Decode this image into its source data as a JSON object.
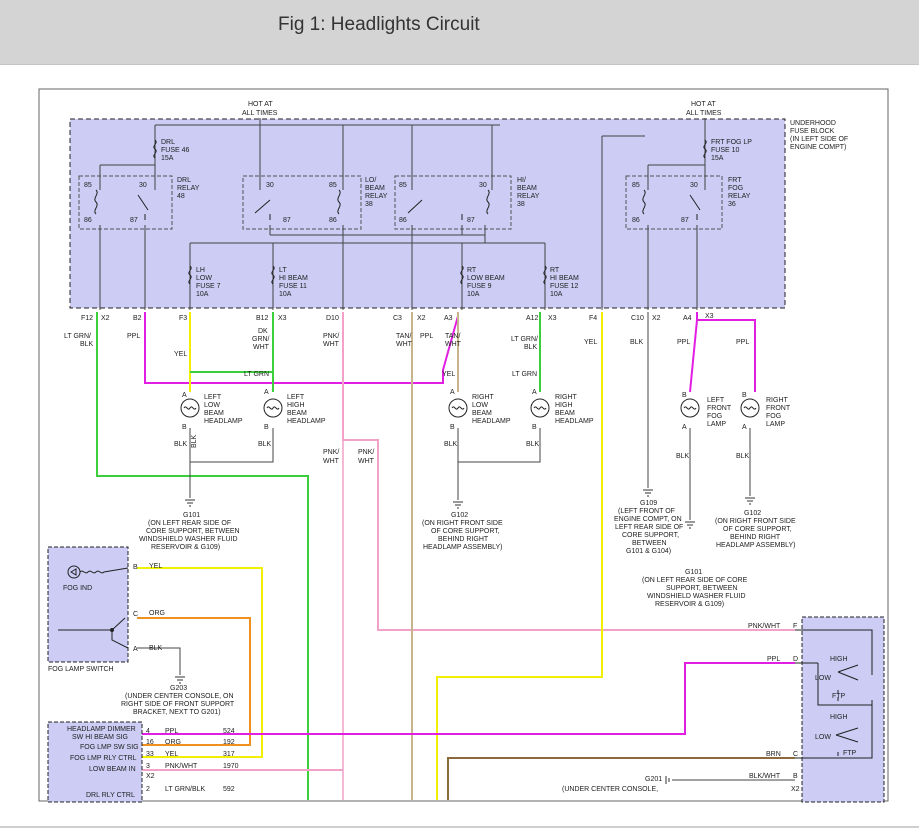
{
  "figure": {
    "title": "Fig 1: Headlights Circuit"
  },
  "labels": {
    "hot1a": "HOT AT",
    "hot1b": "ALL TIMES",
    "hot2a": "HOT AT",
    "hot2b": "ALL TIMES",
    "fuseblock": [
      "UNDERHOOD",
      "FUSE BLOCK",
      "(IN LEFT SIDE OF",
      "ENGINE COMPT)"
    ],
    "drlfuse": [
      "DRL",
      "FUSE 46",
      "15A"
    ],
    "fogfuse": [
      "FRT FOG LP",
      "FUSE 10",
      "15A"
    ],
    "drlrelay": [
      "DRL",
      "RELAY",
      "48"
    ],
    "lorelay": [
      "LO/",
      "BEAM",
      "RELAY",
      "38"
    ],
    "hirelay": [
      "HI/",
      "BEAM",
      "RELAY",
      "38"
    ],
    "fogrelay": [
      "FRT",
      "FOG",
      "RELAY",
      "36"
    ],
    "relaypins": {
      "p85": "85",
      "p30": "30",
      "p86": "86",
      "p87": "87"
    },
    "lhlow": [
      "LH",
      "LOW",
      "FUSE 7",
      "10A"
    ],
    "lthi": [
      "LT",
      "HI BEAM",
      "FUSE 11",
      "10A"
    ],
    "rtlow": [
      "RT",
      "LOW BEAM",
      "FUSE 9",
      "10A"
    ],
    "rthi": [
      "RT",
      "HI BEAM",
      "FUSE 12",
      "10A"
    ],
    "conn": {
      "f12": "F12",
      "x2a": "X2",
      "b2": "B2",
      "f3": "F3",
      "b12": "B12",
      "x3a": "X3",
      "d10": "D10",
      "c3": "C3",
      "x2b": "X2",
      "a3": "A3",
      "a12": "A12",
      "x3b": "X3",
      "f4": "F4",
      "c10": "C10",
      "x2c": "X2",
      "a4": "A4",
      "x3c": "X3"
    },
    "wires": {
      "ltgrnblk": [
        "LT GRN/",
        "BLK"
      ],
      "ppl1": "PPL",
      "yel1": "YEL",
      "dkgrnwht": [
        "DK",
        "GRN/",
        "WHT"
      ],
      "pnkwht1": [
        "PNK/",
        "WHT"
      ],
      "tanwht": [
        "TAN/",
        "WHT"
      ],
      "ppl2": "PPL",
      "tanwht2": [
        "TAN/",
        "WHT"
      ],
      "ltgrnblk2": [
        "LT GRN/",
        "BLK"
      ],
      "yel2": "YEL",
      "blk1": "BLK",
      "ppl3": "PPL",
      "ppl4": "PPL",
      "ltgrn1": "LT GRN",
      "yel3": "YEL",
      "ltgrn2": "LT GRN",
      "blk_a": "BLK",
      "blk_b": "BLK",
      "blk_c": "BLK",
      "blk_d": "BLK",
      "blk_e": "BLK",
      "pnkwht2": [
        "PNK/",
        "WHT"
      ],
      "pnkwht3": [
        "PNK/",
        "WHT"
      ],
      "blk_f": "BLK",
      "blk_g": "BLK"
    },
    "lamps": {
      "leftlow": [
        "LEFT",
        "LOW",
        "BEAM",
        "HEADLAMP"
      ],
      "lefthigh": [
        "LEFT",
        "HIGH",
        "BEAM",
        "HEADLAMP"
      ],
      "rightlow": [
        "RIGHT",
        "LOW",
        "BEAM",
        "HEADLAMP"
      ],
      "righthigh": [
        "RIGHT",
        "HIGH",
        "BEAM",
        "HEADLAMP"
      ],
      "leftfog": [
        "LEFT",
        "FRONT",
        "FOG",
        "LAMP"
      ],
      "rightfog": [
        "RIGHT",
        "FRONT",
        "FOG",
        "LAMP"
      ],
      "pinA": "A",
      "pinB": "B"
    },
    "grounds": {
      "g101a": [
        "G101",
        "(ON LEFT REAR SIDE OF",
        "CORE SUPPORT, BETWEEN",
        "WINDSHIELD WASHER FLUID",
        "RESERVOIR & G109)"
      ],
      "g102a": [
        "G102",
        "(ON RIGHT FRONT SIDE",
        "OF CORE SUPPORT,",
        "BEHIND RIGHT",
        "HEADLAMP ASSEMBLY)"
      ],
      "g109": [
        "G109",
        "(LEFT FRONT OF",
        "ENGINE COMPT, ON",
        "LEFT REAR SIDE OF",
        "CORE SUPPORT,",
        "BETWEEN",
        "G101 & G104)"
      ],
      "g102b": [
        "G102",
        "(ON RIGHT FRONT SIDE",
        "OF CORE SUPPORT,",
        "BEHIND RIGHT",
        "HEADLAMP ASSEMBLY)"
      ],
      "g101b": [
        "G101",
        "(ON LEFT REAR SIDE OF CORE",
        "SUPPORT, BETWEEN",
        "WINDSHIELD WASHER FLUID",
        "RESERVOIR & G109)"
      ],
      "g203": [
        "G203",
        "(UNDER CENTER CONSOLE, ON",
        "RIGHT SIDE OF FRONT SUPPORT",
        "BRACKET, NEXT TO G201)"
      ],
      "g201": [
        "G201",
        "(UNDER CENTER CONSOLE,"
      ]
    },
    "fogswitch": {
      "ind": "FOG IND",
      "name": "FOG LAMP SWITCH",
      "pB": "B",
      "wB": "YEL",
      "pC": "C",
      "wC": "ORG",
      "pA": "A",
      "wA": "BLK"
    },
    "module": {
      "rows": [
        {
          "name": [
            "HEADLAMP DIMMER",
            "SW HI BEAM SIG"
          ],
          "pin": "4",
          "wire": "PPL",
          "circ": "524"
        },
        {
          "name": [
            "FOG LMP SW SIG"
          ],
          "pin": "16",
          "wire": "ORG",
          "circ": "192"
        },
        {
          "name": [
            "FOG LMP RLY CTRL"
          ],
          "pin": "33",
          "wire": "YEL",
          "circ": "317"
        },
        {
          "name": [
            "LOW BEAM IN"
          ],
          "pin": "3",
          "wire": "PNK/WHT",
          "circ": "1970"
        },
        {
          "name": [
            "DRL RLY CTRL"
          ],
          "pin": "2",
          "wire": "LT GRN/BLK",
          "circ": "592"
        }
      ],
      "conn": "X2"
    },
    "dimmer": {
      "f_wire": "PNK/WHT",
      "f_pin": "F",
      "d_wire": "PPL",
      "d_pin": "D",
      "c_wire": "BRN",
      "c_pin": "C",
      "b_wire": "BLK/WHT",
      "b_pin": "B",
      "conn": "X2",
      "high1": "HIGH",
      "low1": "LOW",
      "ftp1": "FTP",
      "high2": "HIGH",
      "low2": "LOW",
      "ftp2": "FTP"
    }
  },
  "colors": {
    "fill": "#ccccf5",
    "ltgrn": "#3ccf3c",
    "ppl": "#e31ee3",
    "yel": "#f0f000",
    "pnk": "#f2a2c8",
    "tan": "#c8b48c",
    "org": "#f0901e",
    "brn": "#8b6b3c",
    "blk": "#333333",
    "gray": "#444444"
  }
}
